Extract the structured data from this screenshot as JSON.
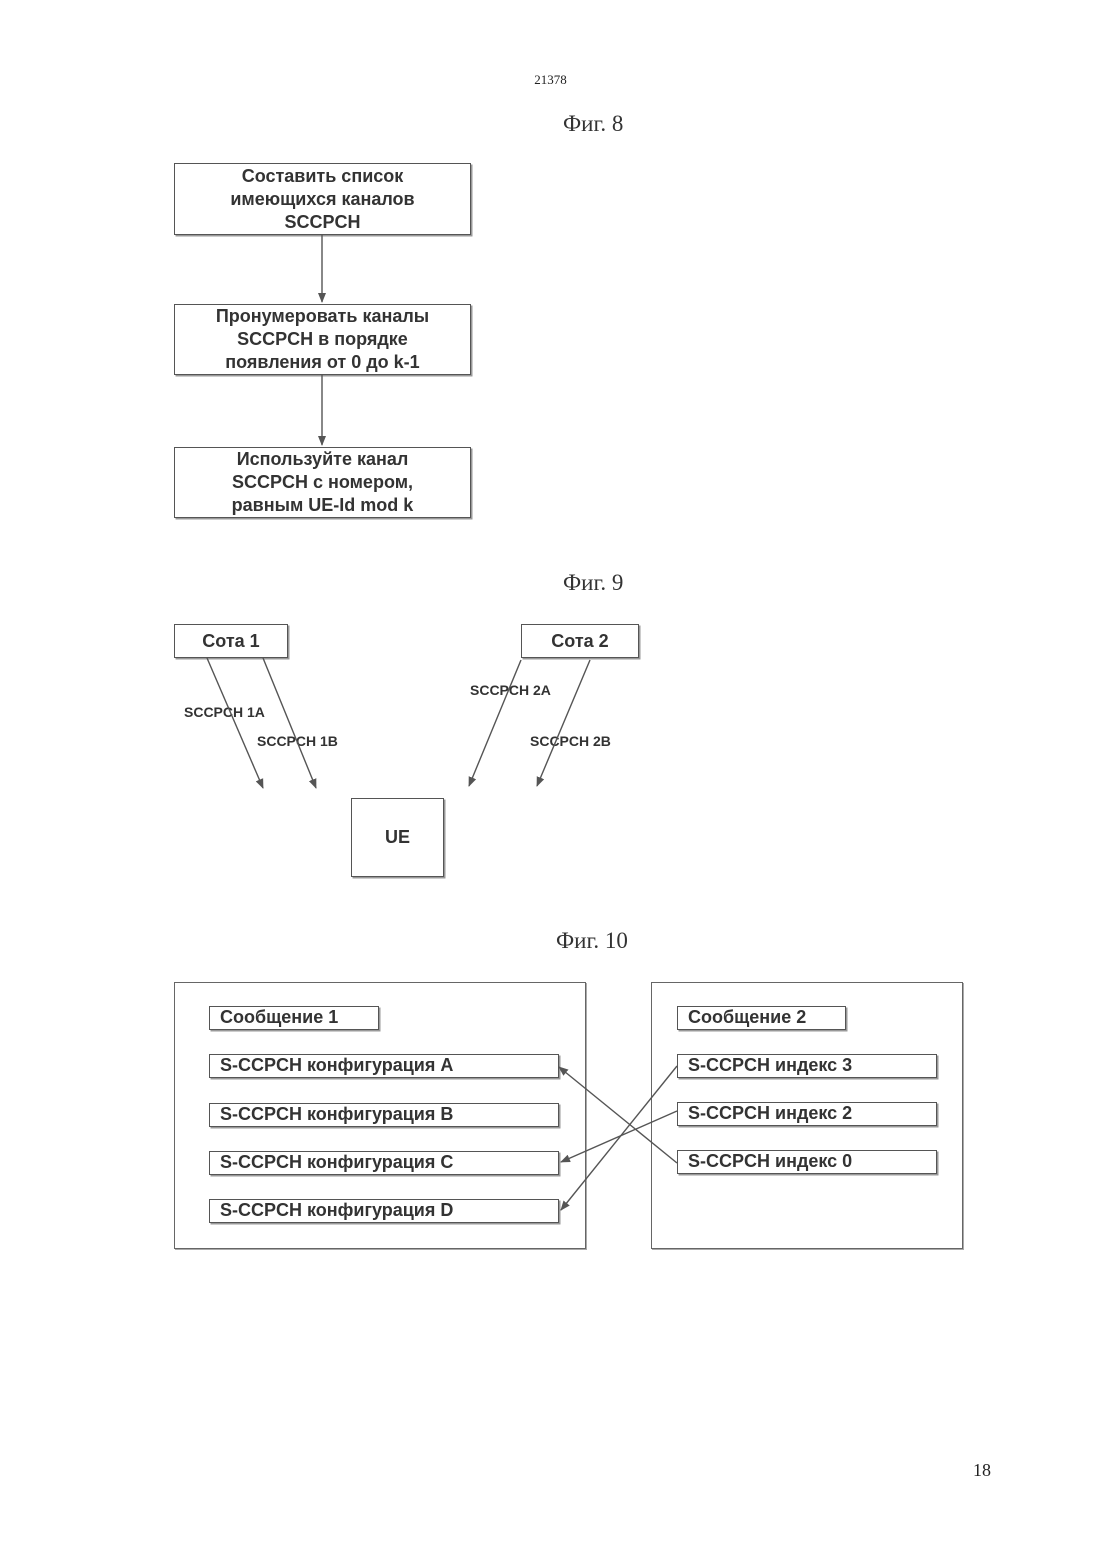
{
  "document_number": "21378",
  "page_number": "18",
  "fig8": {
    "title": "Фиг. 8",
    "steps": [
      "Составить список\nимеющихся каналов\nSCCPCH",
      "Пронумеровать каналы\nSCCPCH в порядке\nпоявления от 0 до k-1",
      "Используйте канал\nSCCPCH с номером,\nравным UE-Id mod k"
    ]
  },
  "fig9": {
    "title": "Фиг. 9",
    "cell1": "Сота 1",
    "cell2": "Сота 2",
    "ue": "UE",
    "links": [
      "SCCPCH 1A",
      "SCCPCH 1B",
      "SCCPCH 2A",
      "SCCPCH 2B"
    ]
  },
  "fig10": {
    "title": "Фиг. 10",
    "message1": {
      "label": "Сообщение 1",
      "rows": [
        "S-CCPCH конфигурация A",
        "S-CCPCH конфигурация B",
        "S-CCPCH конфигурация C",
        "S-CCPCH конфигурация D"
      ]
    },
    "message2": {
      "label": "Сообщение 2",
      "rows": [
        "S-CCPCH индекс 3",
        "S-CCPCH индекс 2",
        "S-CCPCH индекс 0"
      ]
    }
  },
  "colors": {
    "line": "#555555",
    "text": "#333333"
  }
}
